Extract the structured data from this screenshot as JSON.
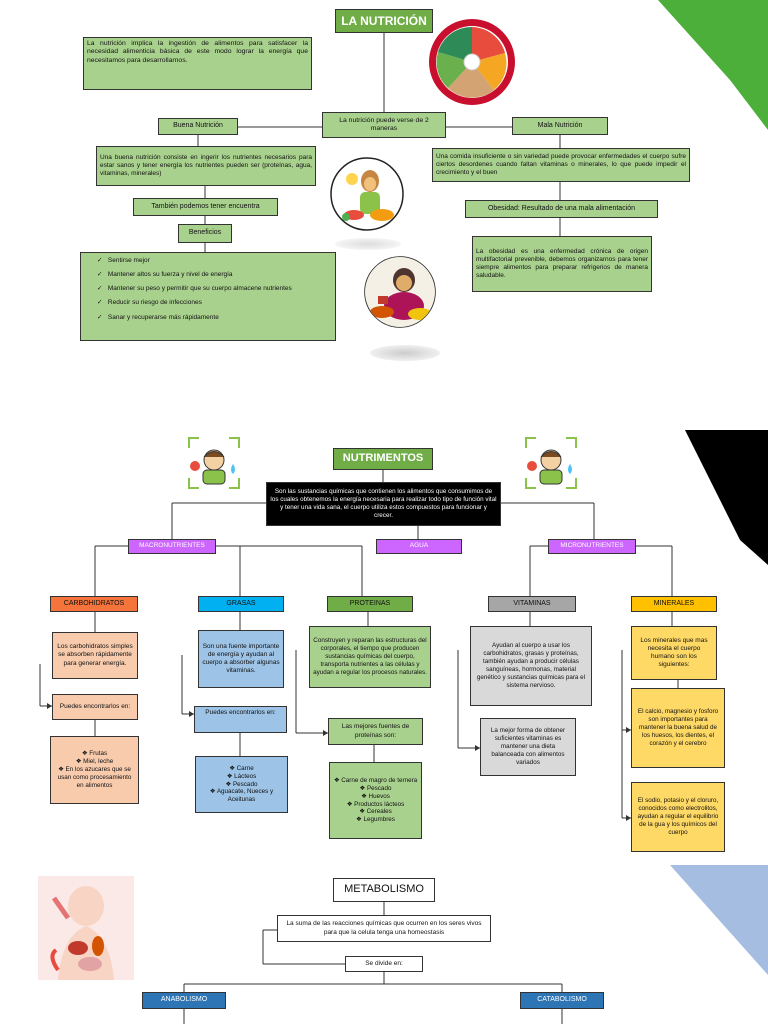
{
  "nutricion": {
    "title": "LA NUTRICIÓN",
    "intro": "La nutrición implica la ingestión de alimentos para satisfacer la necesidad alimenticia básica de este modo lograr la energía que necesitamos para desarrollarnos.",
    "center": "La nutrición puede verse de 2 maneras",
    "buena": {
      "title": "Buena Nutrición",
      "desc": "Una buena nutrición consiste en ingerir los nutrientes necesarios para estar sanos y tener energía los nutrientes pueden ser (proteínas, agua, vitaminas, minerales)",
      "tambien": "También podemos tener encuentra",
      "beneficios": "Beneficios",
      "items": [
        "Sentirse mejor",
        "Mantener altos su fuerza y nivel de energía",
        "Mantener su peso y permitir que su cuerpo almacene nutrientes",
        "Reducir su riesgo de infecciones",
        "Sanar y recuperarse más rápidamente"
      ]
    },
    "mala": {
      "title": "Mala Nutrición",
      "desc": "Una comida insuficiente o sin variedad puede provocar enfermedades el cuerpo sufre ciertos desordenes cuando faltan vitaminas o minerales, lo que puede impedir el crecimiento y el buen",
      "obesidad": "Obesidad: Resultado de una mala alimentación",
      "obesidad_desc": "La obesidad es una enfermedad crónica de origen multifactorial prevenible, debemos organizarnos para tener siempre alimentos para preparar refrigerios de manera saludable."
    }
  },
  "nutrimentos": {
    "title": "NUTRIMENTOS",
    "intro": "Son las sustancias químicas que contienen los alimentos que consumimos de los cuales obtenemos la energía necesaria para realizar todo tipo de función vital y tener una vida sana, el cuerpo utiliza estos compuestos para funcionar y crecer.",
    "macro": "MACRONUTRIENTES",
    "agua": "AGUA",
    "micro": "MICRONUTRIENTES",
    "carbo": {
      "title": "CARBOHIDRATOS",
      "desc": "Los carbohidratos simples se absorben rápidamente para generar energía.",
      "puedes": "Puedes encontrarlos en:",
      "items": [
        "Frutas",
        "Miel, leche",
        "En los azucares que se usan como procesamiento en alimentos"
      ]
    },
    "grasas": {
      "title": "GRASAS",
      "desc": "Son una fuente importante de energía y ayudan al cuerpo a absorber algunas vitaminas.",
      "puedes": "Puedes encontrarlos en:",
      "items": [
        "Carne",
        "Lácteos",
        "Pescado",
        "Aguacate, Nueces y Aceitunas"
      ]
    },
    "proteinas": {
      "title": "PROTEINAS",
      "desc": "Construyen y reparan las estructuras del corporales, el tiempo que producen sustancias químicas del cuerpo, transporta nutrientes a las células y ayudan a regular los procesos naturales.",
      "mejores": "Las mejores fuentes de proteínas son:",
      "items": [
        "Carne de magro de ternera",
        "Pescado",
        "Huevos",
        "Productos lácteos",
        "Cereales",
        "Legumbres"
      ]
    },
    "vitaminas": {
      "title": "VITAMINAS",
      "desc": "Ayudan al cuerpo a usar los carbohidratos, grasas y proteínas, también ayudan a producir células sanguíneas, hormonas, material genético y sustancias químicas para el sistema nervioso.",
      "mejor": "La mejor forma de obtener suficientes vitaminas es mantener una dieta balanceada con alimentos variados"
    },
    "minerales": {
      "title": "MINERALES",
      "desc": "Los minerales que mas necesita el cuerpo humano son los siguientes:",
      "calcio": "El calcio, magnesio y fosforo son importantes para mantener la buena salud de los huesos, los dientes, el corazón y el cerebro",
      "sodio": "El sodio, potasio y el cloruro, conocidos como electrolitos, ayudan a regular el equilibrio de la gua y los químicos del cuerpo"
    }
  },
  "metabolismo": {
    "title": "METABOLISMO",
    "desc": "La suma de las reacciones químicas que ocurren en los seres vivos para que la celula tenga una homeostasis",
    "divide": "Se divide en:",
    "anabolismo": "ANABOLISMO",
    "catabolismo": "CATABOLISMO"
  },
  "colors": {
    "green_header": "#70ad47",
    "light_green": "#a9d18e",
    "macro_purple": "#cc66ff",
    "carbo_orange": "#f4743b",
    "grasas_blue": "#00b0f0",
    "minerales_yellow": "#ffc000",
    "metab_blue": "#2e75b6"
  },
  "icons": [
    "food-plate-icon",
    "girl-with-food-icon",
    "boy-eating-icon",
    "kid-nutrition-icon",
    "human-organs-icon",
    "check-bullet-icon",
    "diamond-bullet-icon"
  ]
}
